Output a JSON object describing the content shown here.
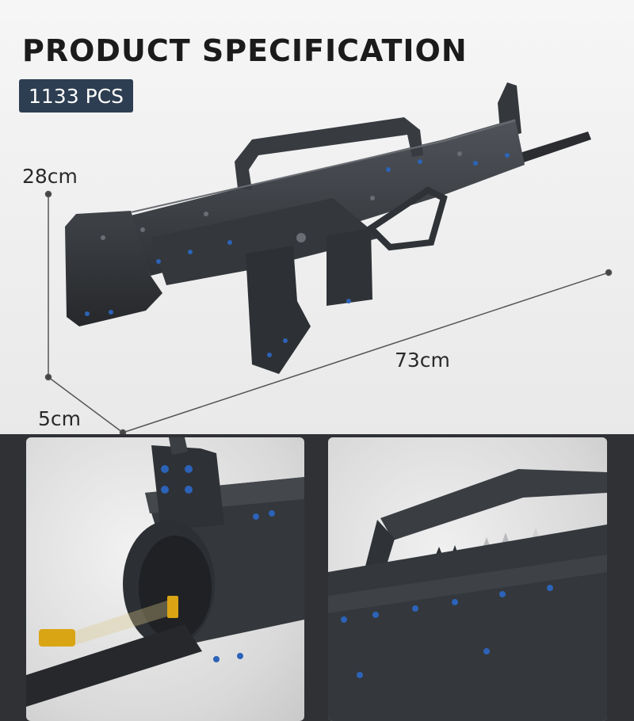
{
  "header": {
    "title": "PRODUCT SPECIFICATION",
    "piece_count": "1133 PCS"
  },
  "dimensions": {
    "height": "28cm",
    "length": "73cm",
    "width": "5cm"
  },
  "images": {
    "main_product": "rifle-model-side-view",
    "detail_left": "muzzle-barrel-closeup",
    "detail_right": "carry-handle-and-sight-closeup"
  },
  "colors": {
    "badge_background": "#2e3e52",
    "bottom_band": "#2f3134",
    "model_body": "#3a3d42",
    "accent_pins": "#2c63b8",
    "ammo_gold": "#d9a514"
  }
}
